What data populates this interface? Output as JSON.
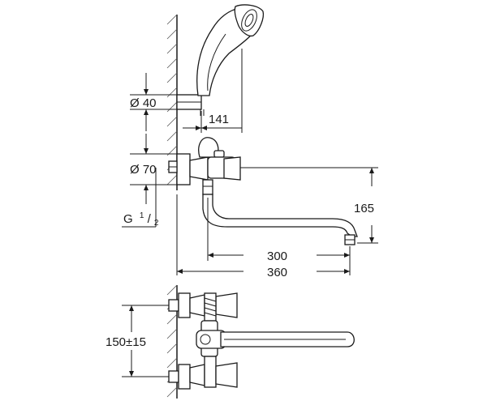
{
  "dimensions": {
    "handshower_holder_diameter": "Ø 40",
    "handshower_projection": "141",
    "flange_diameter": "Ø 70",
    "thread_label": "G",
    "thread_num": "1",
    "thread_den": "2",
    "spout_height": "165",
    "spout_reach_short": "300",
    "spout_reach_long": "360",
    "centre_distance": "150±15"
  }
}
